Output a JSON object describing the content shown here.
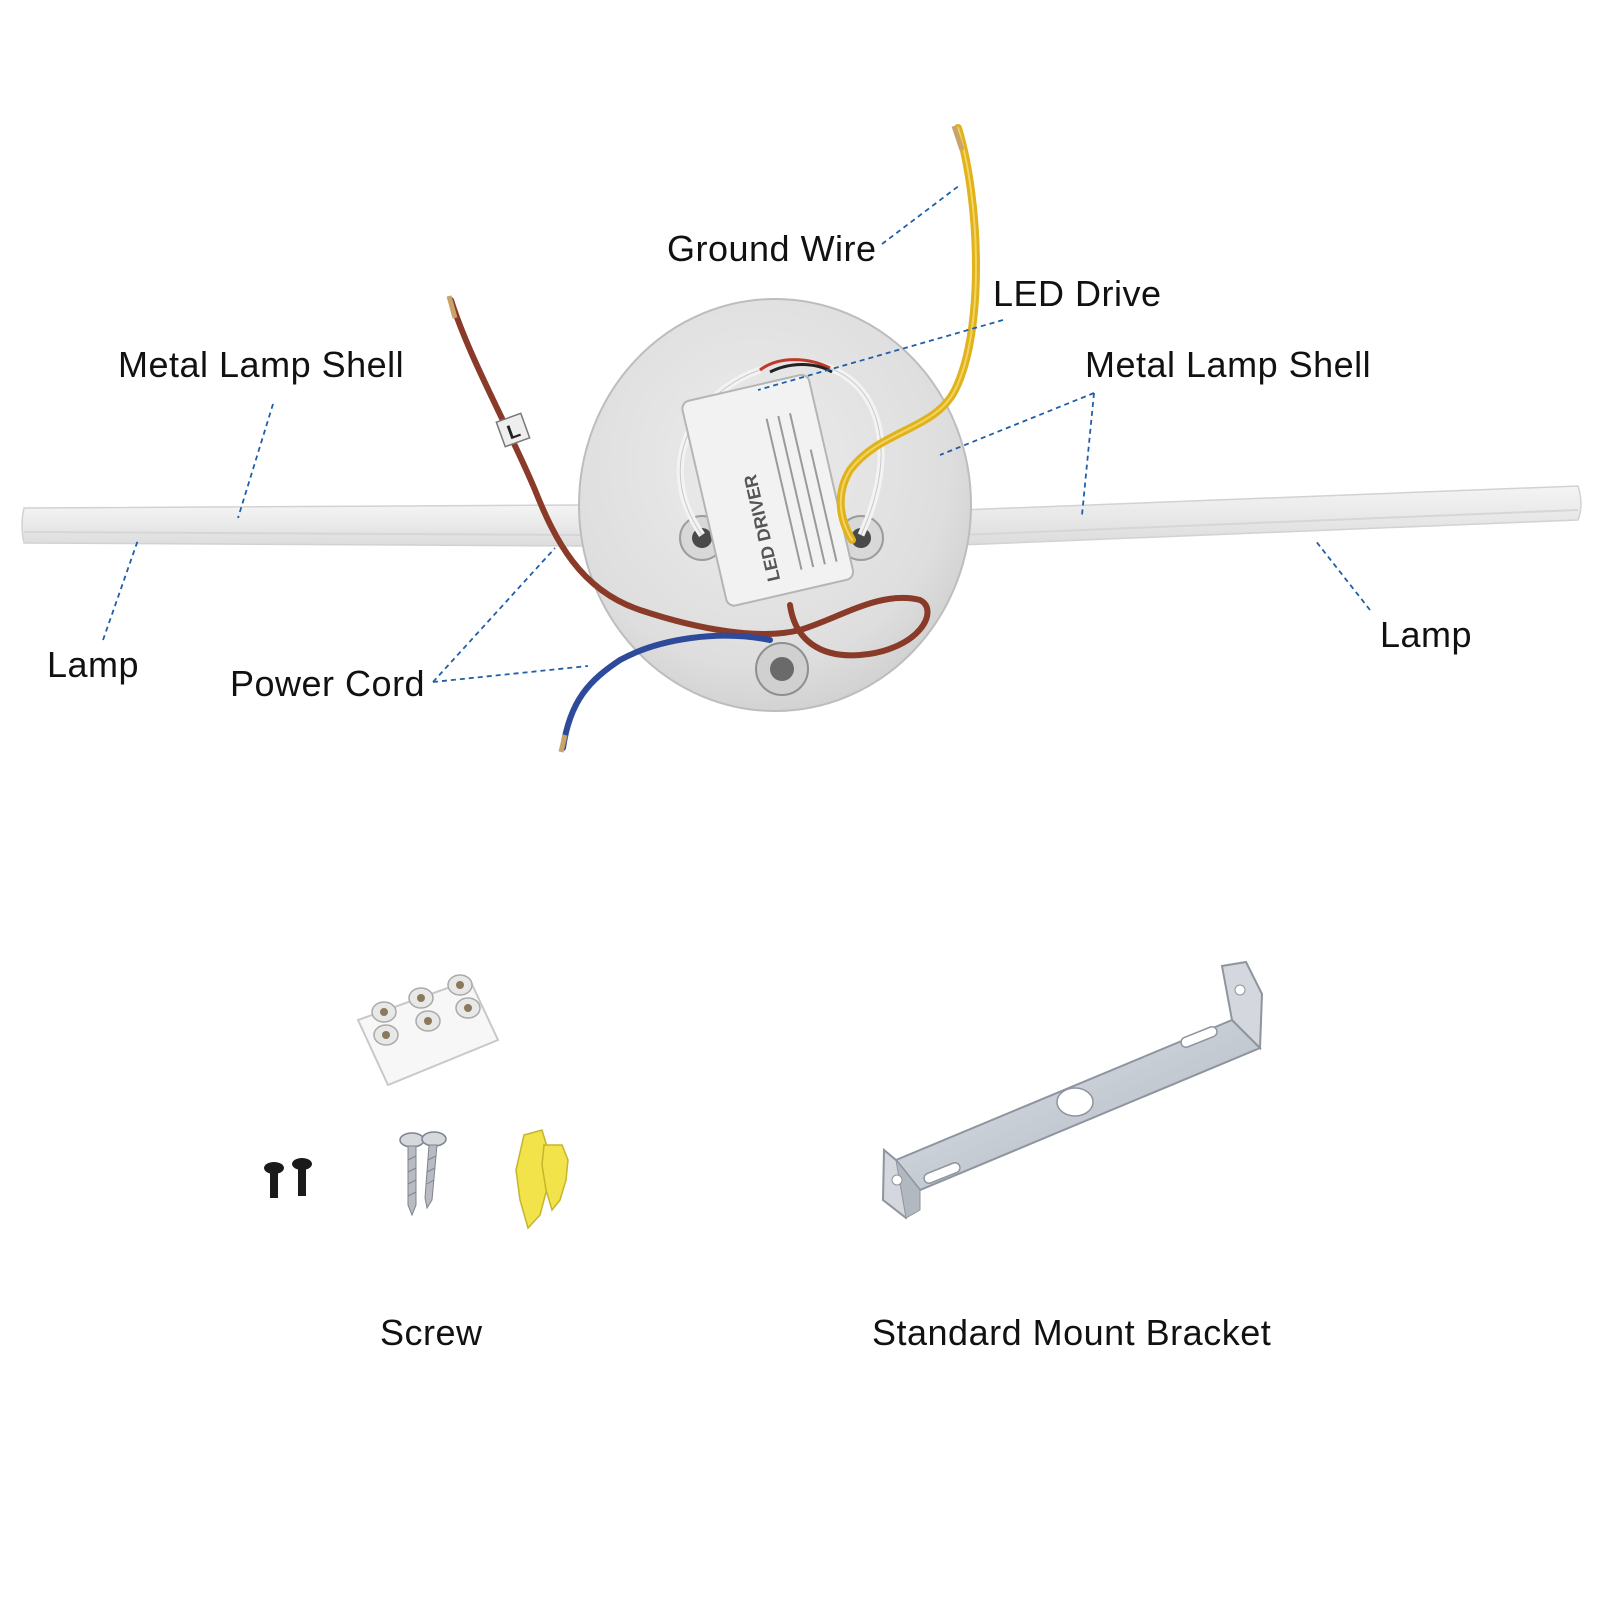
{
  "labels": {
    "ground_wire": "Ground Wire",
    "led_drive": "LED Drive",
    "metal_lamp_shell_left": "Metal Lamp Shell",
    "metal_lamp_shell_right": "Metal Lamp Shell",
    "lamp_left": "Lamp",
    "lamp_right": "Lamp",
    "power_cord": "Power Cord",
    "screw": "Screw",
    "standard_mount_bracket": "Standard Mount Bracket"
  },
  "driver": {
    "title": "LED DRIVER",
    "wire_tag": "L"
  },
  "colors": {
    "leader_line": "#1f5fa8",
    "ground_wire": "#e0b21c",
    "live_wire": "#8a3a28",
    "neutral_wire": "#2e4a9a",
    "anchor": "#f2e34a",
    "bracket": "#c9ced6"
  }
}
